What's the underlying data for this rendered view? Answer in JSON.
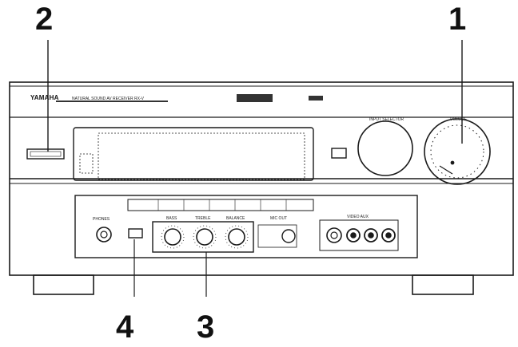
{
  "callouts": [
    "1",
    "2",
    "3",
    "4"
  ],
  "panel_text": {
    "brand": "YAMAHA",
    "model_line": "NATURAL SOUND AV RECEIVER RX-V",
    "input_selector": "INPUT SELECTOR",
    "volume": "VOLUME",
    "phones": "PHONES",
    "bass": "BASS",
    "treble": "TREBLE",
    "balance": "BALANCE",
    "video_aux": "VIDEO AUX",
    "mic_out": "MIC OUT"
  },
  "colors": {
    "line": "#1a1a1a",
    "panel": "#ffffff",
    "dark": "#111111",
    "shade": "#d8d8d8"
  }
}
